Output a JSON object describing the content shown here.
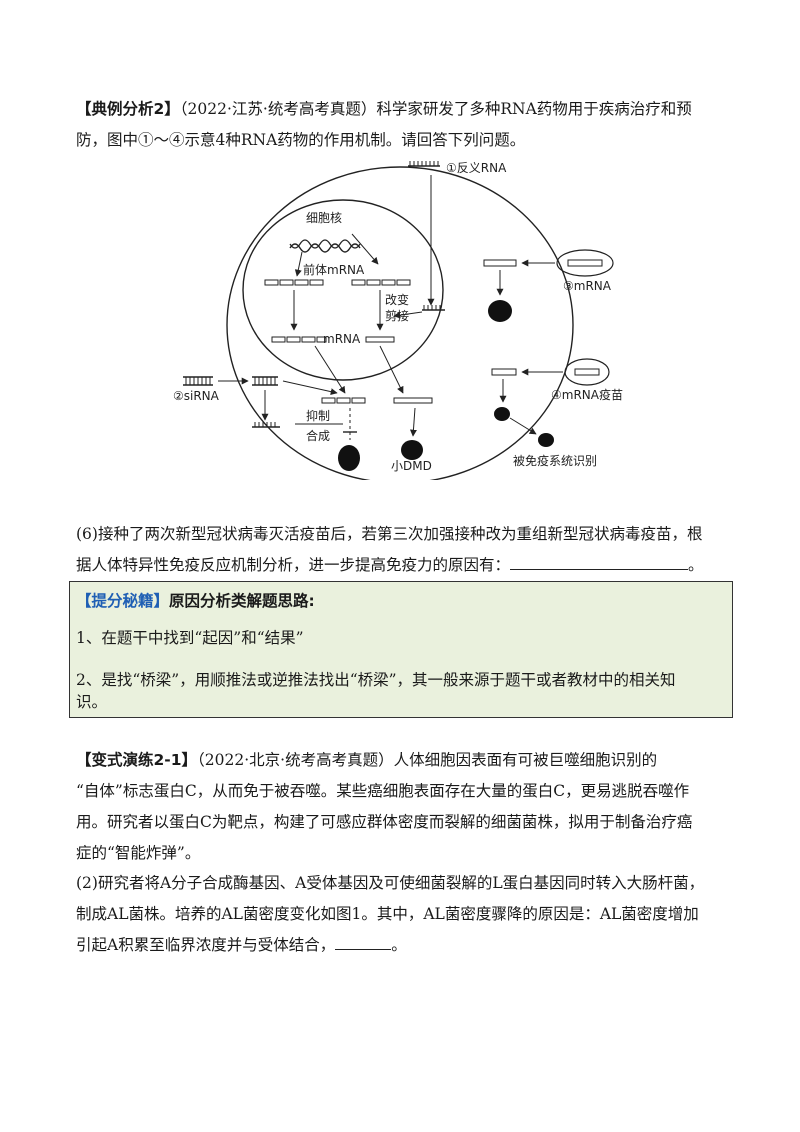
{
  "example": {
    "tag": "【典例分析2】",
    "line1": "（2022·江苏·统考高考真题）科学家研发了多种RNA药物用于疾病治疗和预",
    "line2": "防，图中①～④示意4种RNA药物的作用机制。请回答下列问题。"
  },
  "diagram": {
    "antisense": "①反义RNA",
    "nucleus": "细胞核",
    "pre_mrna": "前体mRNA",
    "alter": "改变",
    "splice": "剪接",
    "mrna": "mRNA",
    "mrna3": "③mRNA",
    "sirna": "②siRNA",
    "inhibit": "抑制",
    "synth": "合成",
    "small_dmd": "小DMD",
    "vaccine": "④mRNA疫苗",
    "immune": "被免疫系统识别"
  },
  "question6": {
    "line1": "(6)接种了两次新型冠状病毒灭活疫苗后，若第三次加强接种改为重组新型冠状病毒疫苗，根",
    "line2": "据人体特异性免疫反应机制分析，进一步提高免疫力的原因有：",
    "end": "。"
  },
  "tip": {
    "tag": "【提分秘籍】",
    "title": "原因分析类解题思路:",
    "item1": "1、在题干中找到“起因”和“结果”",
    "item2a": "2、是找“桥梁”，用顺推法或逆推法找出“桥梁”，其一般来源于题干或者教材中的相关知",
    "item2b": "识。"
  },
  "variant": {
    "tag": "【变式演练2-1】",
    "line1": "（2022·北京·统考高考真题）人体细胞因表面有可被巨噬细胞识别的",
    "line2": "“自体”标志蛋白C，从而免于被吞噬。某些癌细胞表面存在大量的蛋白C，更易逃脱吞噬作",
    "line3": "用。研究者以蛋白C为靶点，构建了可感应群体密度而裂解的细菌菌株，拟用于制备治疗癌",
    "line4": "症的“智能炸弹”。",
    "line5": "(2)研究者将A分子合成酶基因、A受体基因及可使细菌裂解的L蛋白基因同时转入大肠杆菌，",
    "line6": "制成AL菌株。培养的AL菌密度变化如图1。其中，AL菌密度骤降的原因是：AL菌密度增加",
    "line7": "引起A积累至临界浓度并与受体结合，",
    "end": "。"
  }
}
